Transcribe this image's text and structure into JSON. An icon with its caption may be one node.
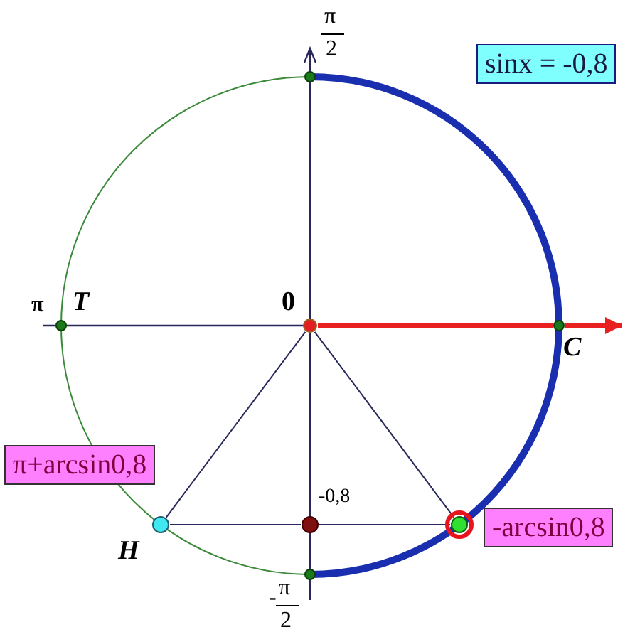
{
  "diagram": {
    "nodes": [
      {
        "text": [
          "sinx = -0,8"
        ]
      },
      {
        "text": [
          "π+arcsin0,8"
        ]
      },
      {
        "text": [
          "-arcsin0,8"
        ]
      },
      {
        "text": [],
        "shape": "circle",
        "beside": [
          "π",
          "2"
        ]
      },
      {
        "text": [],
        "shape": "circle",
        "beside": [
          "π",
          "T"
        ]
      },
      {
        "text": [],
        "shape": "circle",
        "beside": [
          "0"
        ]
      },
      {
        "text": [],
        "shape": "circle",
        "beside": [
          "C"
        ]
      },
      {
        "text": [],
        "shape": "circle",
        "beside": [
          "H"
        ]
      },
      {
        "text": [],
        "shape": "circle",
        "beside": [
          "-0,8"
        ]
      },
      {
        "text": [],
        "shape": "circle"
      },
      {
        "text": [],
        "shape": "circle",
        "beside": [
          "-",
          "π",
          "2"
        ]
      }
    ],
    "edges": [
      {
        "from": 5,
        "to": 7,
        "arrow": "none"
      },
      {
        "from": 5,
        "to": 9,
        "arrow": "none"
      },
      {
        "from": 7,
        "to": 8,
        "arrow": "none"
      },
      {
        "from": 8,
        "to": 9,
        "arrow": "none"
      },
      {
        "from": 5,
        "to": 6,
        "arrow": "none",
        "style": "thick",
        "color": "#e82020"
      },
      {
        "from": 6,
        "to": null,
        "arrow": "to",
        "style": "thick",
        "color": "#e82020"
      }
    ]
  }
}
